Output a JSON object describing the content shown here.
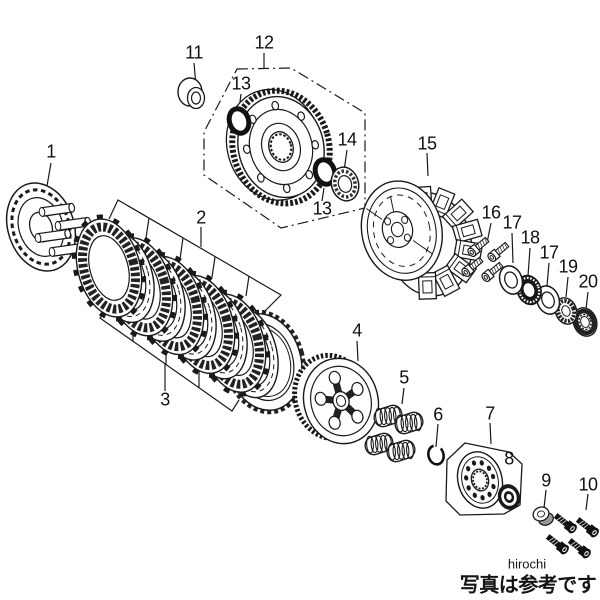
{
  "diagram": {
    "background": "#ffffff",
    "line_color": "#1a1a1a",
    "callouts": [
      {
        "label": "1"
      },
      {
        "label": "2"
      },
      {
        "label": "3"
      },
      {
        "label": "4"
      },
      {
        "label": "5"
      },
      {
        "label": "6"
      },
      {
        "label": "7"
      },
      {
        "label": "8"
      },
      {
        "label": "9"
      },
      {
        "label": "10"
      },
      {
        "label": "11"
      },
      {
        "label": "12"
      },
      {
        "label": "13"
      },
      {
        "label": "13"
      },
      {
        "label": "14"
      },
      {
        "label": "15"
      },
      {
        "label": "16"
      },
      {
        "label": "17"
      },
      {
        "label": "18"
      },
      {
        "label": "17"
      },
      {
        "label": "19"
      },
      {
        "label": "20"
      }
    ],
    "footer": {
      "watermark": "hirochi",
      "caption": "写真は参考です"
    }
  }
}
